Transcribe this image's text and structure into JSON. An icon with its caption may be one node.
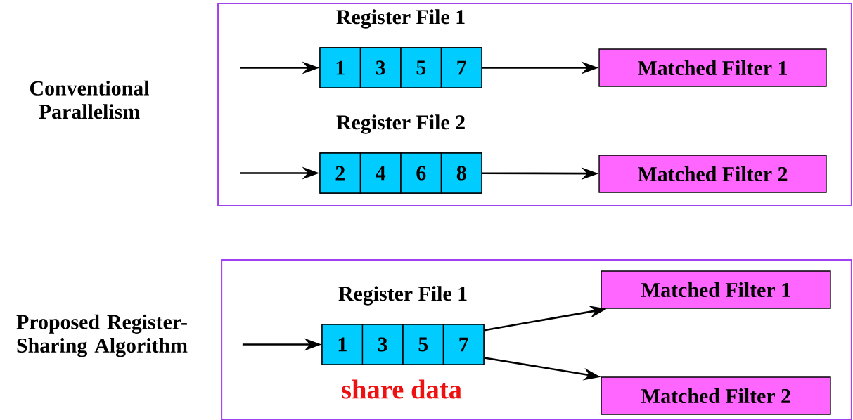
{
  "diagram": {
    "nodes": [
      {
        "text": [
          "Conventional Parallelism"
        ]
      },
      {
        "text": [
          "Register File 1"
        ],
        "in": 0
      },
      {
        "text": [
          "1"
        ],
        "in": 1
      },
      {
        "text": [
          "3"
        ],
        "in": 1
      },
      {
        "text": [
          "5"
        ],
        "in": 1
      },
      {
        "text": [
          "7"
        ],
        "in": 1
      },
      {
        "text": [
          "Matched Filter 1"
        ],
        "in": 0
      },
      {
        "text": [
          "Register File 2"
        ],
        "in": 0
      },
      {
        "text": [
          "2"
        ],
        "in": 7
      },
      {
        "text": [
          "4"
        ],
        "in": 7
      },
      {
        "text": [
          "6"
        ],
        "in": 7
      },
      {
        "text": [
          "8"
        ],
        "in": 7
      },
      {
        "text": [
          "Matched Filter 2"
        ],
        "in": 0
      },
      {
        "text": [
          "Proposed Register-Sharing Algorithm"
        ]
      },
      {
        "text": [
          "Register File 1"
        ],
        "in": 13,
        "beside": [
          "share data"
        ]
      },
      {
        "text": [
          "1"
        ],
        "in": 14
      },
      {
        "text": [
          "3"
        ],
        "in": 14
      },
      {
        "text": [
          "5"
        ],
        "in": 14
      },
      {
        "text": [
          "7"
        ],
        "in": 14
      },
      {
        "text": [
          "Matched Filter 1"
        ],
        "in": 13
      },
      {
        "text": [
          "Matched Filter 2"
        ],
        "in": 13
      }
    ],
    "edges": [
      {
        "from": null,
        "to": 1,
        "arrow": "to"
      },
      {
        "from": 1,
        "to": 6,
        "arrow": "to"
      },
      {
        "from": null,
        "to": 7,
        "arrow": "to"
      },
      {
        "from": 7,
        "to": 12,
        "arrow": "to"
      },
      {
        "from": null,
        "to": 14,
        "arrow": "to"
      },
      {
        "from": 14,
        "to": 19,
        "arrow": "to"
      },
      {
        "from": 14,
        "to": 20,
        "arrow": "to"
      }
    ]
  }
}
